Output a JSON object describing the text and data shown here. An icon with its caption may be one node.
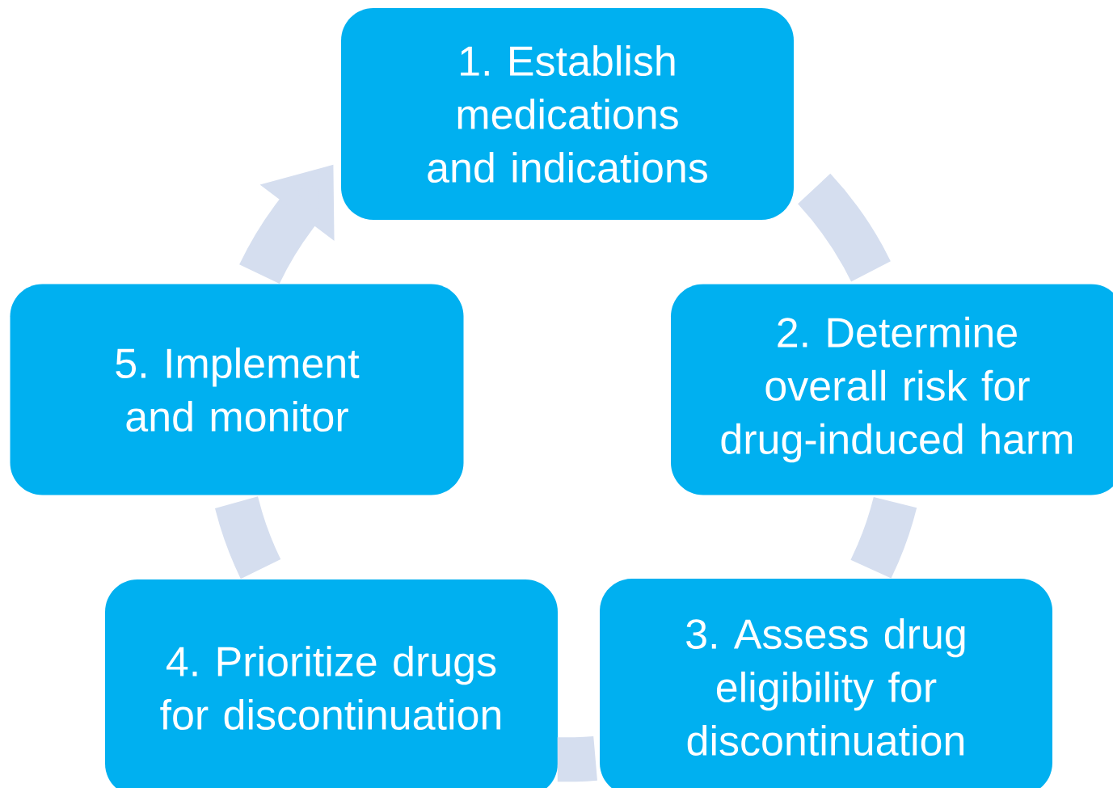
{
  "diagram": {
    "nodes": [
      {
        "text": [
          "1. Establish medications and indications"
        ]
      },
      {
        "text": [
          "2. Determine overall risk for drug-induced harm"
        ]
      },
      {
        "text": [
          "3. Assess drug eligibility for discontinuation"
        ]
      },
      {
        "text": [
          "4. Prioritize drugs for discontinuation"
        ]
      },
      {
        "text": [
          "5. Implement and monitor"
        ]
      }
    ],
    "edges": [
      {
        "from": 0,
        "to": 1,
        "arrow": "none"
      },
      {
        "from": 1,
        "to": 2,
        "arrow": "none"
      },
      {
        "from": 2,
        "to": 3,
        "arrow": "none"
      },
      {
        "from": 3,
        "to": 4,
        "arrow": "none"
      },
      {
        "from": 4,
        "to": 0,
        "arrow": "to"
      }
    ]
  }
}
